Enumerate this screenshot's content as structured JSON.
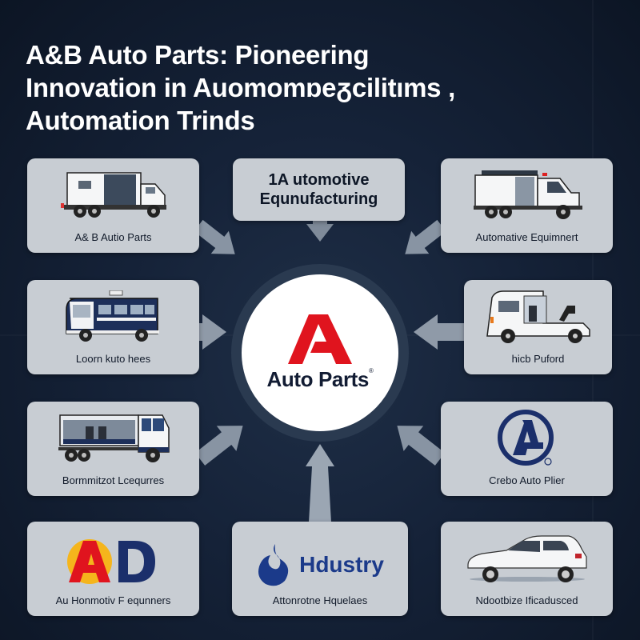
{
  "title": {
    "line1": "A&B Auto Parts: Pioneering",
    "line2": "Innovation in Auomomɒeᵹcilitıms ,",
    "line3": "Automation Trinds"
  },
  "hub": {
    "logo_letter": "A",
    "logo_color": "#e0141e",
    "name": "Auto Parts",
    "registered_mark": "®"
  },
  "cards": [
    {
      "id": "top-left",
      "label": "A& B Autio Parts",
      "icon": "box-truck-icon"
    },
    {
      "id": "top-center",
      "label": "1A utomotive Equnufacturing",
      "icon": null
    },
    {
      "id": "top-right",
      "label": "Automative Equimnert",
      "icon": "service-truck-icon"
    },
    {
      "id": "mid-left",
      "label": "Loorn kuto hees",
      "icon": "bus-icon"
    },
    {
      "id": "mid-right",
      "label": "hicb Puford",
      "icon": "van-icon"
    },
    {
      "id": "lower-left",
      "label": "Bormmitzot Lcequrres",
      "icon": "cargo-truck-icon"
    },
    {
      "id": "lower-right",
      "label": "Crebo Auto Plier",
      "icon": "circle-a-logo-icon"
    },
    {
      "id": "bottom-left",
      "label": "Au Honmotiv F equnners",
      "icon": "ad-logo-icon",
      "logo_text": "AD"
    },
    {
      "id": "bottom-center",
      "label": "Attonrotne Hquelaes",
      "icon": "swirl-logo-icon",
      "logo_text": "Hdustry"
    },
    {
      "id": "bottom-right",
      "label": "Ndootbize Ificadusced",
      "icon": "suv-car-icon"
    }
  ],
  "colors": {
    "background": "#152238",
    "card": "#c8cdd3",
    "hub_ring": "#2a3a50",
    "navy": "#1b2f6b",
    "red": "#e0141e",
    "yellow": "#f5b51c"
  }
}
